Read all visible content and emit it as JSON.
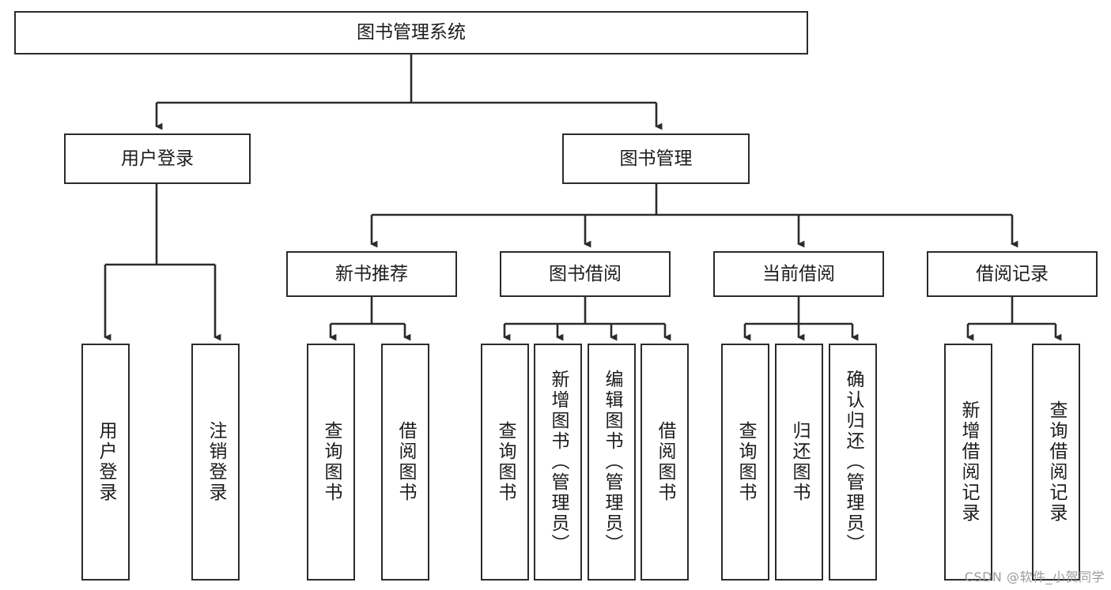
{
  "diagram": {
    "title": "图书管理系统",
    "type": "tree-hierarchy-diagram",
    "colors": {
      "stroke": "#2b2b2b",
      "fill": "#ffffff",
      "text": "#1c1c1c",
      "watermark": "#9b9b9b"
    },
    "nodes": {
      "root": {
        "label": "图书管理系统"
      },
      "level2": [
        {
          "label": "用户登录"
        },
        {
          "label": "图书管理"
        }
      ],
      "level3": [
        {
          "label": "新书推荐"
        },
        {
          "label": "图书借阅"
        },
        {
          "label": "当前借阅"
        },
        {
          "label": "借阅记录"
        }
      ],
      "leaves_user_login": [
        {
          "label": "用户登录"
        },
        {
          "label": "注销登录"
        }
      ],
      "leaves_new_book": [
        {
          "label": "查询图书"
        },
        {
          "label": "借阅图书"
        }
      ],
      "leaves_borrow": [
        {
          "label": "查询图书"
        },
        {
          "label": "新增图书（管理员）"
        },
        {
          "label": "编辑图书（管理员）"
        },
        {
          "label": "借阅图书"
        }
      ],
      "leaves_current": [
        {
          "label": "查询图书"
        },
        {
          "label": "归还图书"
        },
        {
          "label": "确认归还（管理员）"
        }
      ],
      "leaves_records": [
        {
          "label": "新增借阅记录"
        },
        {
          "label": "查询借阅记录"
        }
      ]
    },
    "watermark": "CSDN @软件_小贺同学"
  }
}
